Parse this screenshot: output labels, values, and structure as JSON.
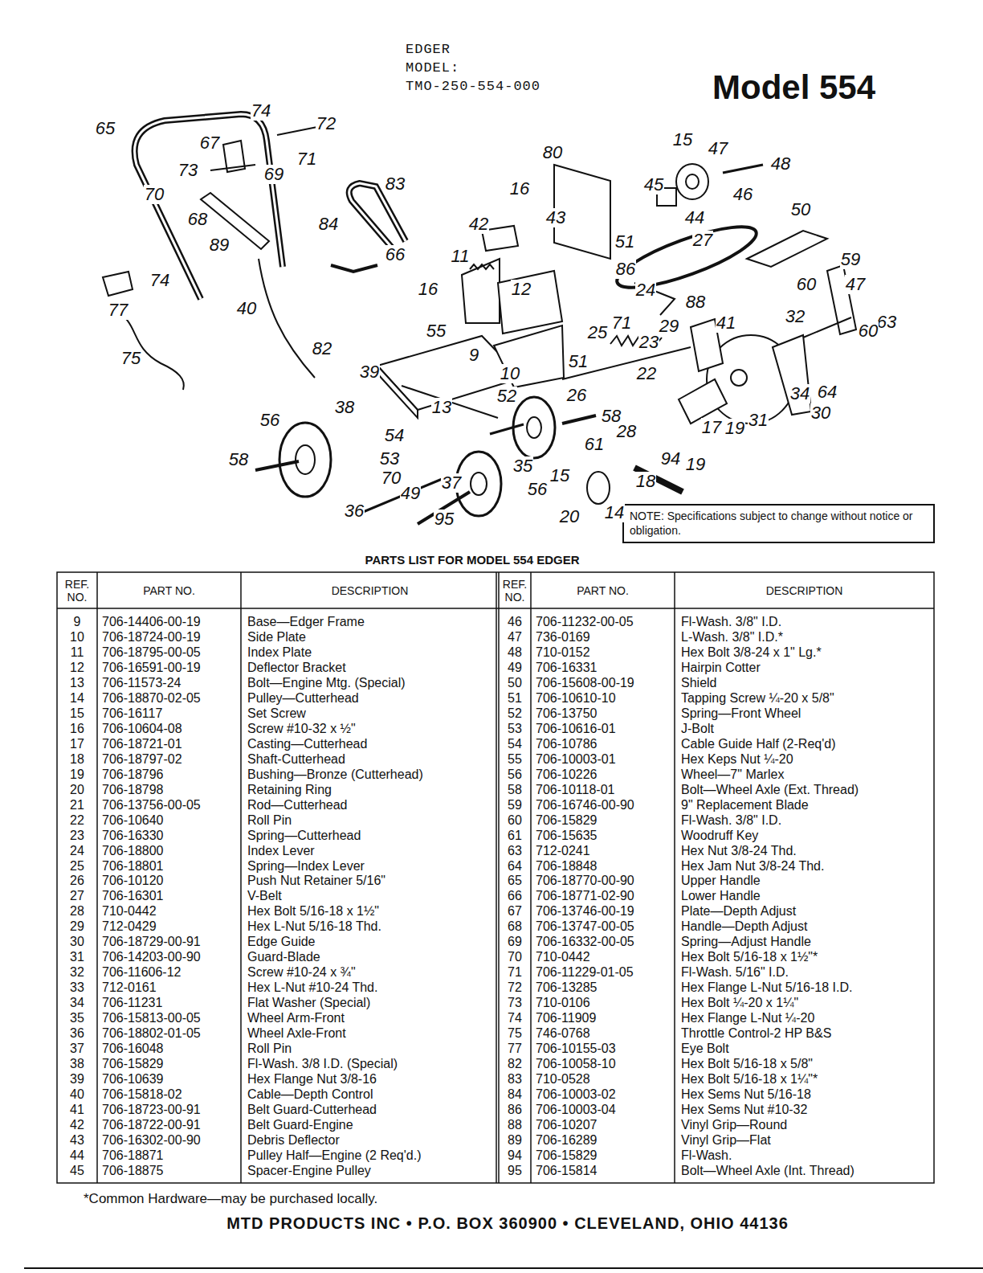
{
  "diagram": {
    "title": "Model 554",
    "labels": [
      "EDGER",
      "MODEL:",
      "TMO-250-554-000",
      "65",
      "74",
      "72",
      "67",
      "71",
      "69",
      "73",
      "83",
      "80",
      "15",
      "47",
      "48",
      "45",
      "46",
      "16",
      "70",
      "68",
      "84",
      "89",
      "44",
      "50",
      "42",
      "43",
      "27",
      "51",
      "59",
      "66",
      "11",
      "86",
      "60",
      "47",
      "74",
      "77",
      "12",
      "16",
      "24",
      "88",
      "32",
      "63",
      "40",
      "29",
      "41",
      "55",
      "25",
      "71",
      "23",
      "82",
      "60",
      "75",
      "39",
      "9",
      "10",
      "51",
      "22",
      "26",
      "34",
      "64",
      "30",
      "52",
      "13",
      "38",
      "58",
      "17",
      "19",
      "31",
      "56",
      "28",
      "54",
      "53",
      "61",
      "94",
      "19",
      "58",
      "70",
      "35",
      "37",
      "15",
      "18",
      "49",
      "56",
      "36",
      "95",
      "20",
      "14",
      "NOTE: Specifications subject to change without notice or obligation.",
      "PARTS LIST FOR MODEL 554 EDGER",
      "REF. NO.",
      "PART NO.",
      "DESCRIPTION",
      "REF. NO.",
      "PART NO.",
      "DESCRIPTION",
      "9",
      "706-14406-00-19",
      "Base—Edger Frame",
      "46",
      "706-11232-00-05",
      "Fl-Wash. 3/8\" I.D.",
      "10",
      "706-18724-00-19",
      "Side Plate",
      "47",
      "736-0169",
      "L-Wash. 3/8\" I.D.*",
      "11",
      "706-18795-00-05",
      "Index Plate",
      "48",
      "710-0152",
      "Hex Bolt 3/8-24 x 1\" Lg.*",
      "12",
      "706-16591-00-19",
      "Deflector Bracket",
      "49",
      "706-16331",
      "Hairpin Cotter",
      "13",
      "706-11573-24",
      "Bolt—Engine Mtg. (Special)",
      "50",
      "706-15608-00-19",
      "Shield",
      "14",
      "706-18870-02-05",
      "Pulley—Cutterhead",
      "51",
      "706-10610-10",
      "Tapping Screw ¼-20 x 5/8\"",
      "15",
      "706-16117",
      "Set Screw",
      "52",
      "706-13750",
      "Spring—Front Wheel",
      "16",
      "706-10604-08",
      "Screw #10-32 x ½\"",
      "53",
      "706-10616-01",
      "J-Bolt",
      "17",
      "706-18721-01",
      "Casting—Cutterhead",
      "54",
      "706-10786",
      "Cable Guide Half (2-Req'd)",
      "18",
      "706-18797-02",
      "Shaft-Cutterhead",
      "55",
      "706-10003-01",
      "Hex Keps Nut ¼-20",
      "19",
      "706-18796",
      "Bushing—Bronze (Cutterhead)",
      "56",
      "706-10226",
      "Wheel—7\" Marlex",
      "20",
      "706-18798",
      "Retaining Ring",
      "58",
      "706-10118-01",
      "Bolt—Wheel Axle (Ext. Thread)",
      "21",
      "706-13756-00-05",
      "Rod—Cutterhead",
      "59",
      "706-16746-00-90",
      "9\" Replacement Blade",
      "22",
      "706-10640",
      "Roll Pin",
      "60",
      "706-15829",
      "Fl-Wash. 3/8\" I.D.",
      "23",
      "706-16330",
      "Spring—Cutterhead",
      "61",
      "706-15635",
      "Woodruff Key",
      "24",
      "706-18800",
      "Index Lever",
      "63",
      "712-0241",
      "Hex Nut 3/8-24 Thd.",
      "25",
      "706-18801",
      "Spring—Index Lever",
      "64",
      "706-18848",
      "Hex Jam Nut 3/8-24 Thd.",
      "26",
      "706-10120",
      "Push Nut Retainer 5/16\"",
      "65",
      "706-18770-00-90",
      "Upper Handle",
      "27",
      "706-16301",
      "V-Belt",
      "66",
      "706-18771-02-90",
      "Lower Handle",
      "28",
      "710-0442",
      "Hex Bolt 5/16-18 x 1½\"",
      "67",
      "706-13746-00-19",
      "Plate—Depth Adjust",
      "29",
      "712-0429",
      "Hex L-Nut 5/16-18 Thd.",
      "68",
      "706-13747-00-05",
      "Handle—Depth Adjust",
      "30",
      "706-18729-00-91",
      "Edge Guide",
      "69",
      "706-16332-00-05",
      "Spring—Adjust Handle",
      "31",
      "706-14203-00-90",
      "Guard-Blade",
      "70",
      "710-0442",
      "Hex Bolt 5/16-18 x 1½\"*",
      "32",
      "706-11606-12",
      "Screw #10-24 x ¾\"",
      "71",
      "706-11229-01-05",
      "Fl-Wash. 5/16\" I.D.",
      "33",
      "712-0161",
      "Hex L-Nut #10-24 Thd.",
      "72",
      "706-13285",
      "Hex Flange L-Nut 5/16-18 I.D.",
      "34",
      "706-11231",
      "Flat Washer (Special)",
      "73",
      "710-0106",
      "Hex Bolt ¼-20 x 1¼\"",
      "35",
      "706-15813-00-05",
      "Wheel Arm-Front",
      "74",
      "706-11909",
      "Hex Flange L-Nut ¼-20",
      "36",
      "706-18802-01-05",
      "Wheel Axle-Front",
      "75",
      "746-0768",
      "Throttle Control-2 HP B&S",
      "37",
      "706-16048",
      "Roll Pin",
      "77",
      "706-10155-03",
      "Eye Bolt",
      "38",
      "706-15829",
      "Fl-Wash. 3/8 I.D. (Special)",
      "82",
      "706-10058-10",
      "Hex Bolt 5/16-18 x 5/8\"",
      "39",
      "706-10639",
      "Hex Flange Nut 3/8-16",
      "83",
      "710-0528",
      "Hex Bolt 5/16-18 x 1¼\"*",
      "40",
      "706-15818-02",
      "Cable—Depth Control",
      "84",
      "706-10003-02",
      "Hex Sems Nut 5/16-18",
      "41",
      "706-18723-00-91",
      "Belt Guard-Cutterhead",
      "86",
      "706-10003-04",
      "Hex Sems Nut #10-32",
      "42",
      "706-18722-00-91",
      "Belt Guard-Engine",
      "88",
      "706-10207",
      "Vinyl Grip—Round",
      "43",
      "706-16302-00-90",
      "Debris Deflector",
      "89",
      "706-16289",
      "Vinyl Grip—Flat",
      "44",
      "706-18871",
      "Pulley Half—Engine (2 Req'd.)",
      "94",
      "706-15829",
      "Fl-Wash.",
      "45",
      "706-18875",
      "Spacer-Engine Pulley",
      "95",
      "706-15814",
      "Bolt—Wheel Axle (Int. Thread)",
      "*Common Hardware—may be purchased locally.",
      "MTD PRODUCTS INC • P.O. BOX 360900 • CLEVELAND, OHIO 44136"
    ]
  }
}
